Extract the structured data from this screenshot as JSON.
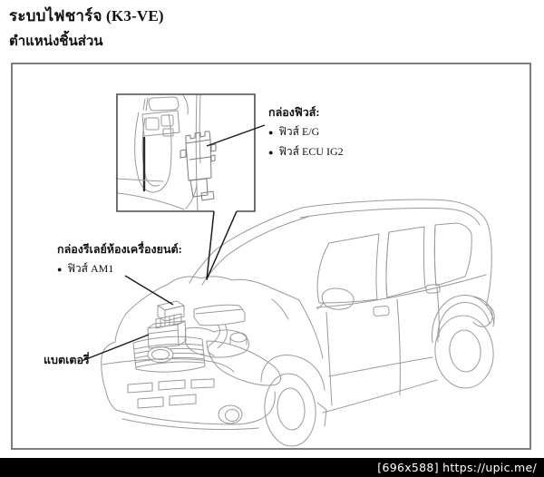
{
  "page": {
    "title": "ระบบไฟชาร์จ (K3-VE)",
    "subtitle": "ตำแหน่งชิ้นส่วน"
  },
  "bullet": "●",
  "callouts": {
    "fuse_box": {
      "heading": "กล่องฟิวส์:",
      "items": [
        "ฟิวส์ E/G",
        "ฟิวส์ ECU IG2"
      ]
    },
    "engine_relay_box": {
      "heading": "กล่องรีเลย์ห้องเครื่องยนต์:",
      "items": [
        "ฟิวส์ AM1"
      ]
    },
    "battery": {
      "label": "แบตเตอรี่"
    }
  },
  "watermark": {
    "text": "[696x588] https://upic.me/"
  },
  "colors": {
    "car_line": "#9a9a9a",
    "callout_line": "#1c1c1c",
    "inset_border": "#4a4a4a",
    "frame_border": "#7d7d7d",
    "watermark_bg": "#000000",
    "watermark_text": "#ffffff"
  }
}
